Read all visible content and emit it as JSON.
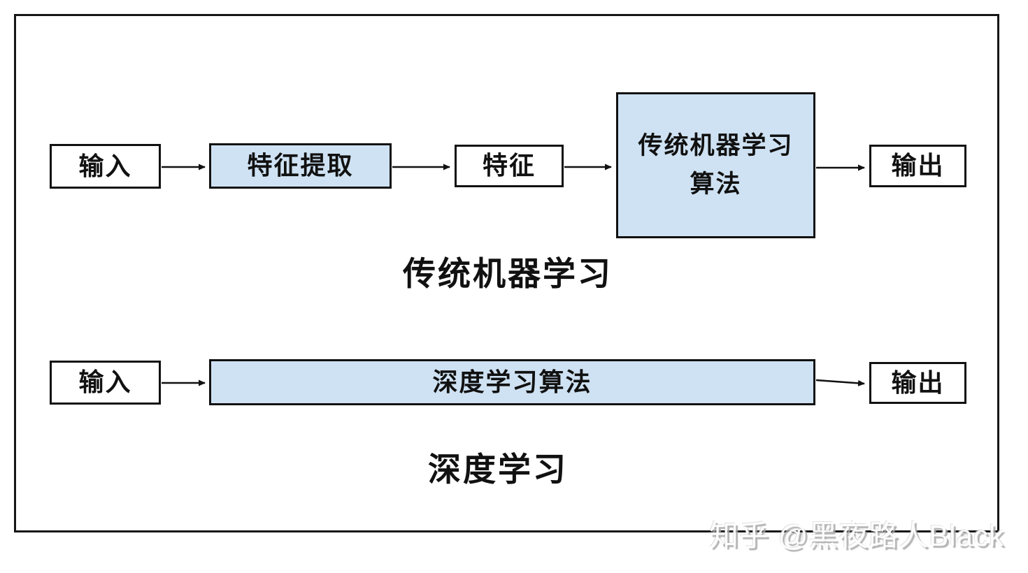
{
  "top_flow": {
    "caption": "传统机器学习",
    "nodes": {
      "input": "输入",
      "feature_extraction": "特征提取",
      "features": "特征",
      "algorithm_lines": [
        "传统机器学习",
        "算法"
      ],
      "output": "输出"
    }
  },
  "bottom_flow": {
    "caption": "深度学习",
    "nodes": {
      "input": "输入",
      "algorithm": "深度学习算法",
      "output": "输出"
    }
  },
  "watermark": "知乎 @黑夜路人Black",
  "colors": {
    "highlight_box_fill": "#cfe2f3",
    "plain_box_fill": "#ffffff",
    "line_and_text": "#111111",
    "outer_frame": "#161616",
    "watermark_shadow": "#a8a8a8"
  }
}
